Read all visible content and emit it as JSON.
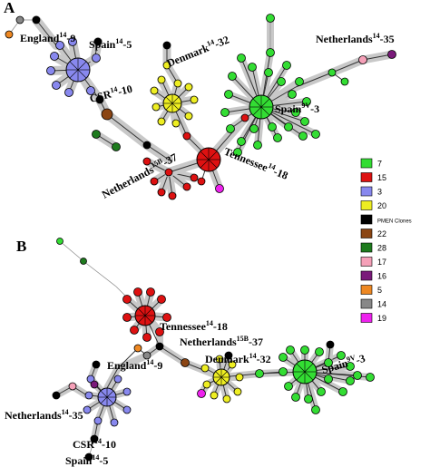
{
  "panels": {
    "a": {
      "label": "A"
    },
    "b": {
      "label": "B"
    }
  },
  "legend": {
    "items": [
      {
        "label": "7",
        "color": "#33dd33"
      },
      {
        "label": "15",
        "color": "#dd1111"
      },
      {
        "label": "3",
        "color": "#8888ee"
      },
      {
        "label": "20",
        "color": "#eeee22"
      },
      {
        "label": "PMEN Clones",
        "color": "#000000"
      },
      {
        "label": "22",
        "color": "#8b4513"
      },
      {
        "label": "28",
        "color": "#1e7b1e"
      },
      {
        "label": "17",
        "color": "#f5a0b8"
      },
      {
        "label": "16",
        "color": "#7a1a7a"
      },
      {
        "label": "5",
        "color": "#ee8822"
      },
      {
        "label": "14",
        "color": "#888888"
      },
      {
        "label": "19",
        "color": "#ee22ee"
      }
    ]
  },
  "labels_a": {
    "england": {
      "base": "England",
      "sup": "14",
      "rest": "-9"
    },
    "spain5": {
      "base": "Spain",
      "sup": "14",
      "rest": "-5"
    },
    "csr": {
      "base": "CSR",
      "sup": "14",
      "rest": "-10"
    },
    "denmark": {
      "base": "Denmark",
      "sup": "14",
      "rest": "-32"
    },
    "neth35": {
      "base": "Netherlands",
      "sup": "14",
      "rest": "-35"
    },
    "spain3": {
      "base": "Spain",
      "sup": "9V",
      "rest": "-3"
    },
    "tenn": {
      "base": "Tennessee",
      "sup": "14",
      "rest": "-18"
    },
    "neth37": {
      "base": "Netherlands",
      "sup": "15B",
      "rest": "-37"
    }
  },
  "labels_b": {
    "tenn": {
      "base": "Tennessee",
      "sup": "14",
      "rest": "-18"
    },
    "neth37": {
      "base": "Netherlands",
      "sup": "15B",
      "rest": "-37"
    },
    "england": {
      "base": "England",
      "sup": "14",
      "rest": "-9"
    },
    "denmark": {
      "base": "Denmark",
      "sup": "14",
      "rest": "-32"
    },
    "spain3": {
      "base": "Spain",
      "sup": "9V",
      "rest": "-3"
    },
    "neth35": {
      "base": "Netherlands",
      "sup": "14",
      "rest": "-35"
    },
    "csr": {
      "base": "CSR",
      "sup": "14",
      "rest": "-10"
    },
    "spain5": {
      "base": "Spain",
      "sup": "14",
      "rest": "-5"
    }
  }
}
